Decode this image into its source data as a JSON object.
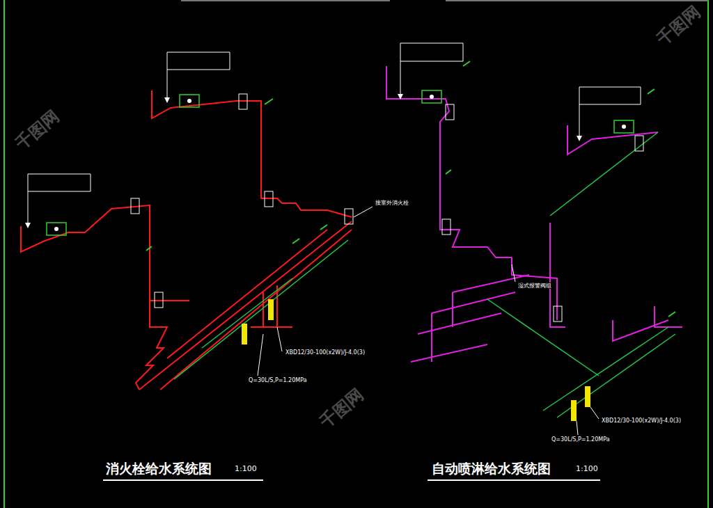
{
  "diagram": {
    "labels": [
      "消火栓给水系统图",
      "1:100",
      "自动喷淋给水系统图",
      "1:100",
      "接室外消火栓",
      "XBD12/30-100(x2W)/J-4.0(3)",
      "Q=30L/S,P=1.20MPa",
      "XBD12/30-100(x2W)/J-4.0(3)",
      "Q=30L/S,P=1.20MPa",
      "湿式报警阀组",
      "千图网",
      "千图网",
      "千图网"
    ]
  }
}
